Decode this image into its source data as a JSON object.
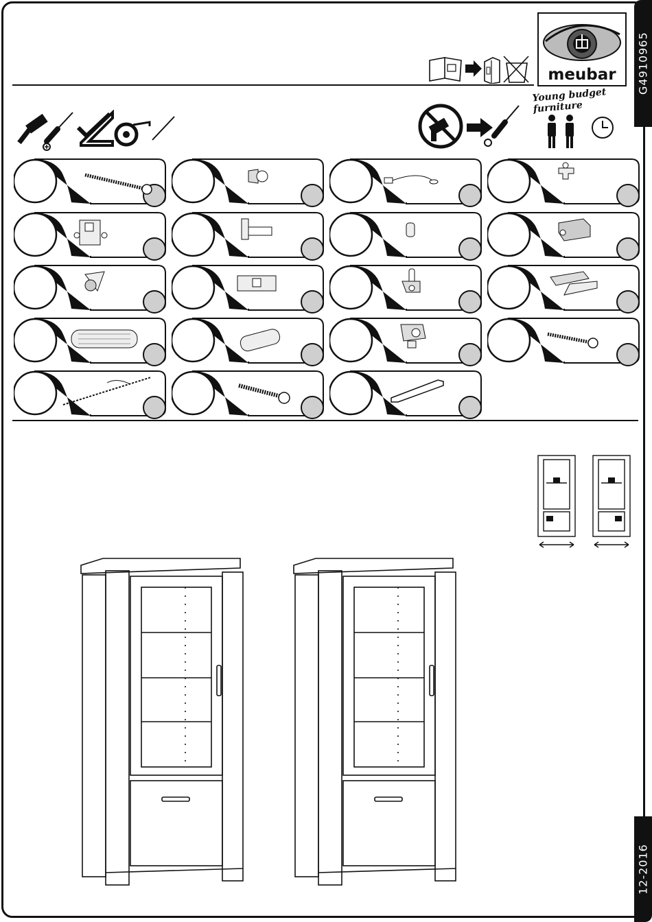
{
  "document": {
    "code": "G4910965",
    "date": "12-2016",
    "brand": {
      "name": "meubar",
      "tagline": "Young budget furniture"
    }
  },
  "tool_icons": [
    "hammer-icon",
    "phillips-screwdriver-icon",
    "check-mark-icon",
    "square-ruler-icon",
    "tape-measure-icon",
    "pencil-icon"
  ],
  "header_icons": [
    "instruction-booklet-icon",
    "arrow-icon",
    "binder-icon",
    "no-disposal-bin-icon"
  ],
  "assembly_icons": [
    "no-power-drill-icon",
    "arrow-icon",
    "hand-screwdriver-icon",
    "two-persons-icon",
    "clock-icon"
  ],
  "parts": [
    "long-wood-screw",
    "cam-fitting",
    "led-light-cable",
    "shelf-support-pin",
    "hinge-mounting-plate",
    "concealed-hinge",
    "connector-dowel",
    "shelf-clip-bracket",
    "glass-holder-clip",
    "drawer-catch",
    "shelf-support-bracket",
    "soft-close-damper",
    "long-wooden-dowel",
    "short-wooden-dowel",
    "glass-shelf-holder",
    "short-wood-screw",
    "anti-tip-strap",
    "connecting-bolt",
    "door-handle"
  ],
  "colors": {
    "ink": "#111111",
    "badge": "#cfcfcf",
    "paper": "#ffffff"
  }
}
